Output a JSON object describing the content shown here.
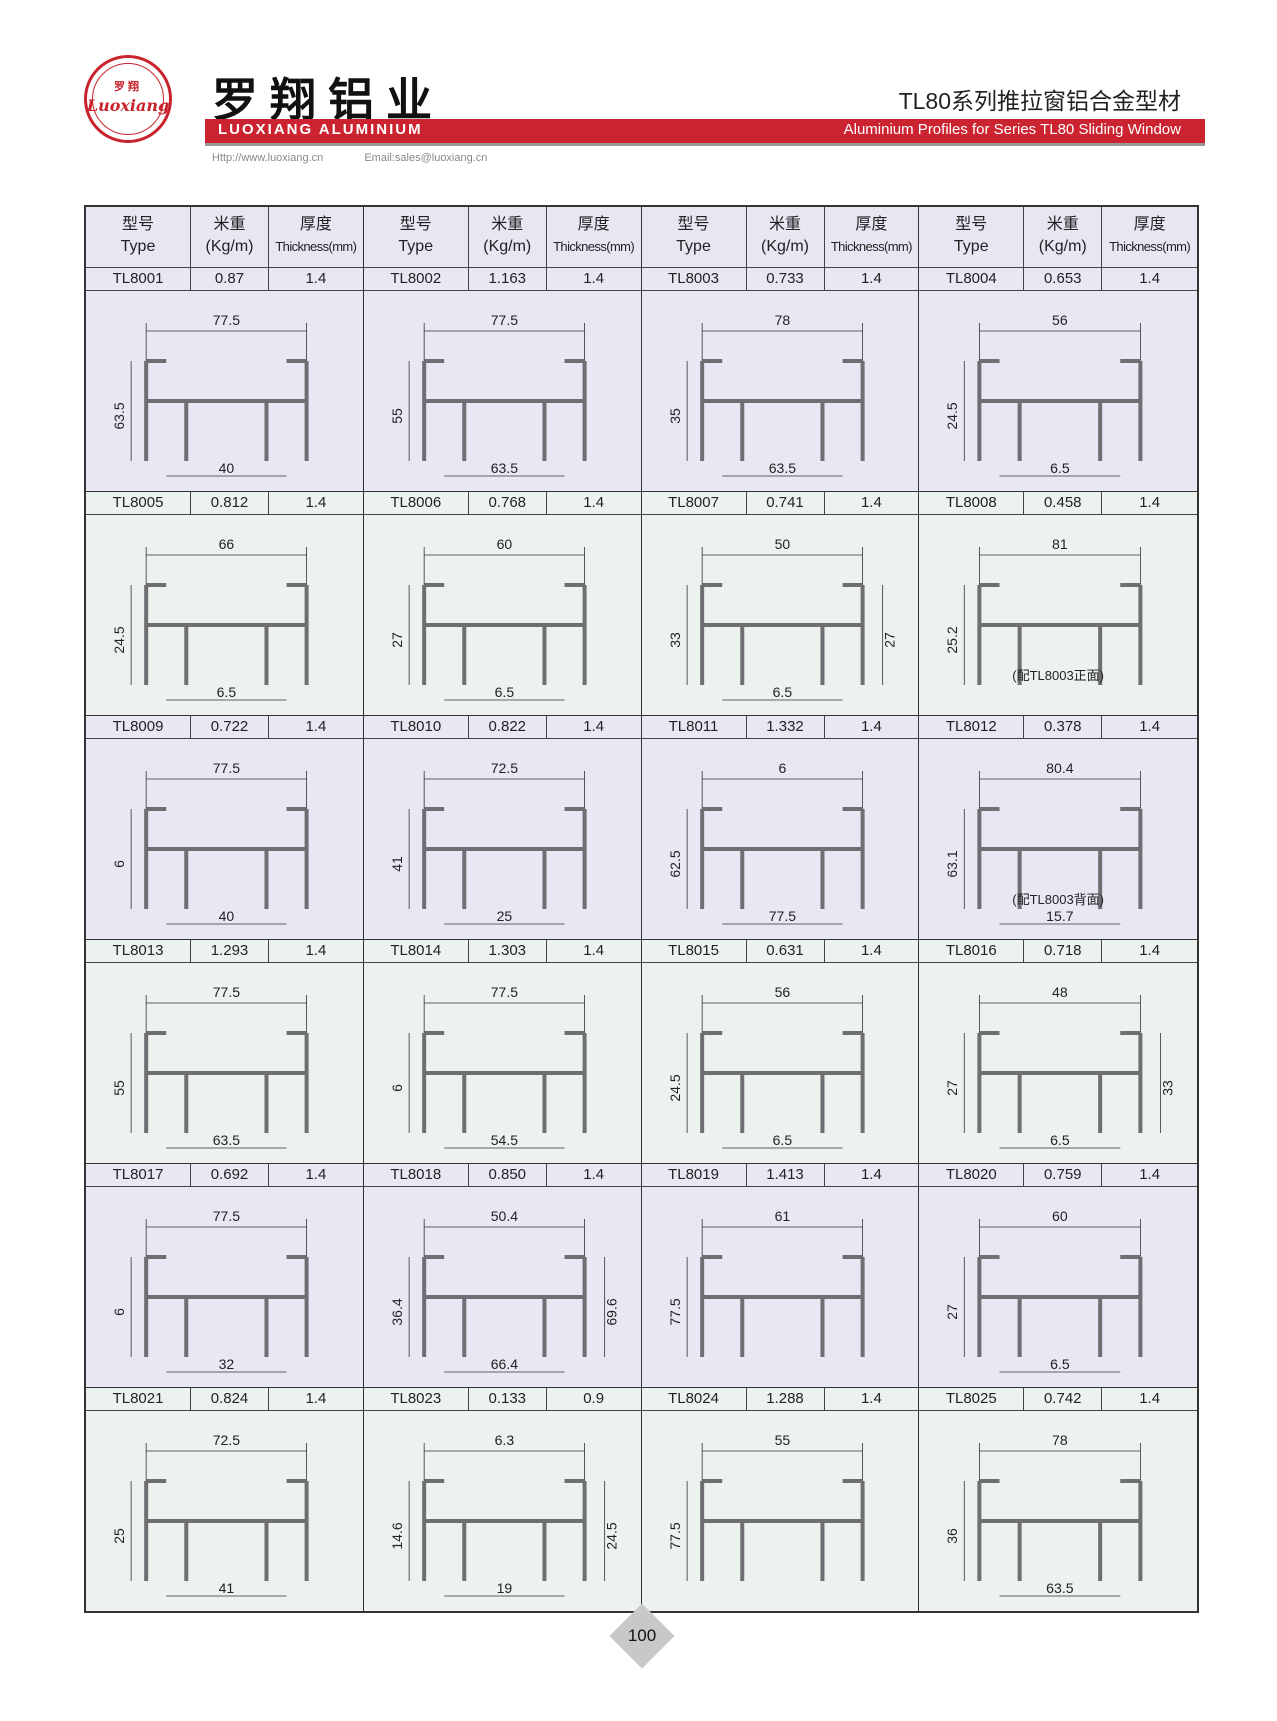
{
  "header": {
    "logo_cn": "罗翔",
    "logo_en": "Luoxiang",
    "brand_cn": "罗翔铝业",
    "brand_en": "LUOXIANG ALUMINIUM",
    "title_cn": "TL80系列推拉窗铝合金型材",
    "title_en": "Aluminium Profiles for Series TL80 Sliding Window",
    "website": "Http://www.luoxiang.cn",
    "email": "Email:sales@luoxiang.cn",
    "brand_color": "#cc2330"
  },
  "table": {
    "headers": {
      "type_cn": "型号",
      "type_en": "Type",
      "weight_cn": "米重",
      "weight_en": "(Kg/m)",
      "thickness_cn": "厚度",
      "thickness_en": "Thickness(mm)"
    },
    "columns": [
      [
        {
          "type": "TL8001",
          "weight": "0.87",
          "thickness": "1.4",
          "dims": [
            "77.5",
            "63.5",
            "40"
          ]
        },
        {
          "type": "TL8005",
          "weight": "0.812",
          "thickness": "1.4",
          "dims": [
            "66",
            "24.5",
            "6.5"
          ]
        },
        {
          "type": "TL8009",
          "weight": "0.722",
          "thickness": "1.4",
          "dims": [
            "77.5",
            "6",
            "40"
          ]
        },
        {
          "type": "TL8013",
          "weight": "1.293",
          "thickness": "1.4",
          "dims": [
            "77.5",
            "55",
            "63.5"
          ]
        },
        {
          "type": "TL8017",
          "weight": "0.692",
          "thickness": "1.4",
          "dims": [
            "77.5",
            "6",
            "32"
          ]
        },
        {
          "type": "TL8021",
          "weight": "0.824",
          "thickness": "1.4",
          "dims": [
            "72.5",
            "25",
            "41"
          ]
        }
      ],
      [
        {
          "type": "TL8002",
          "weight": "1.163",
          "thickness": "1.4",
          "dims": [
            "77.5",
            "55",
            "63.5"
          ]
        },
        {
          "type": "TL8006",
          "weight": "0.768",
          "thickness": "1.4",
          "dims": [
            "60",
            "27",
            "6.5"
          ]
        },
        {
          "type": "TL8010",
          "weight": "0.822",
          "thickness": "1.4",
          "dims": [
            "72.5",
            "41",
            "25"
          ]
        },
        {
          "type": "TL8014",
          "weight": "1.303",
          "thickness": "1.4",
          "dims": [
            "77.5",
            "6",
            "54.5"
          ]
        },
        {
          "type": "TL8018",
          "weight": "0.850",
          "thickness": "1.4",
          "dims": [
            "50.4",
            "36.4",
            "66.4",
            "69.6"
          ]
        },
        {
          "type": "TL8023",
          "weight": "0.133",
          "thickness": "0.9",
          "dims": [
            "6.3",
            "14.6",
            "19",
            "24.5"
          ]
        }
      ],
      [
        {
          "type": "TL8003",
          "weight": "0.733",
          "thickness": "1.4",
          "dims": [
            "78",
            "35",
            "63.5"
          ]
        },
        {
          "type": "TL8007",
          "weight": "0.741",
          "thickness": "1.4",
          "dims": [
            "50",
            "33",
            "6.5",
            "27"
          ]
        },
        {
          "type": "TL8011",
          "weight": "1.332",
          "thickness": "1.4",
          "dims": [
            "6",
            "62.5",
            "77.5"
          ]
        },
        {
          "type": "TL8015",
          "weight": "0.631",
          "thickness": "1.4",
          "dims": [
            "56",
            "24.5",
            "6.5"
          ]
        },
        {
          "type": "TL8019",
          "weight": "1.413",
          "thickness": "1.4",
          "dims": [
            "61",
            "77.5"
          ]
        },
        {
          "type": "TL8024",
          "weight": "1.288",
          "thickness": "1.4",
          "dims": [
            "55",
            "77.5"
          ]
        }
      ],
      [
        {
          "type": "TL8004",
          "weight": "0.653",
          "thickness": "1.4",
          "dims": [
            "56",
            "24.5",
            "6.5"
          ]
        },
        {
          "type": "TL8008",
          "weight": "0.458",
          "thickness": "1.4",
          "dims": [
            "81",
            "25.2"
          ],
          "note": "(配TL8003正面)"
        },
        {
          "type": "TL8012",
          "weight": "0.378",
          "thickness": "1.4",
          "dims": [
            "80.4",
            "63.1",
            "15.7"
          ],
          "note": "(配TL8003背面)"
        },
        {
          "type": "TL8016",
          "weight": "0.718",
          "thickness": "1.4",
          "dims": [
            "48",
            "27",
            "6.5",
            "33"
          ]
        },
        {
          "type": "TL8020",
          "weight": "0.759",
          "thickness": "1.4",
          "dims": [
            "60",
            "27",
            "6.5"
          ]
        },
        {
          "type": "TL8025",
          "weight": "0.742",
          "thickness": "1.4",
          "dims": [
            "78",
            "36",
            "63.5"
          ]
        }
      ]
    ]
  },
  "footer": {
    "page_number": "100"
  }
}
